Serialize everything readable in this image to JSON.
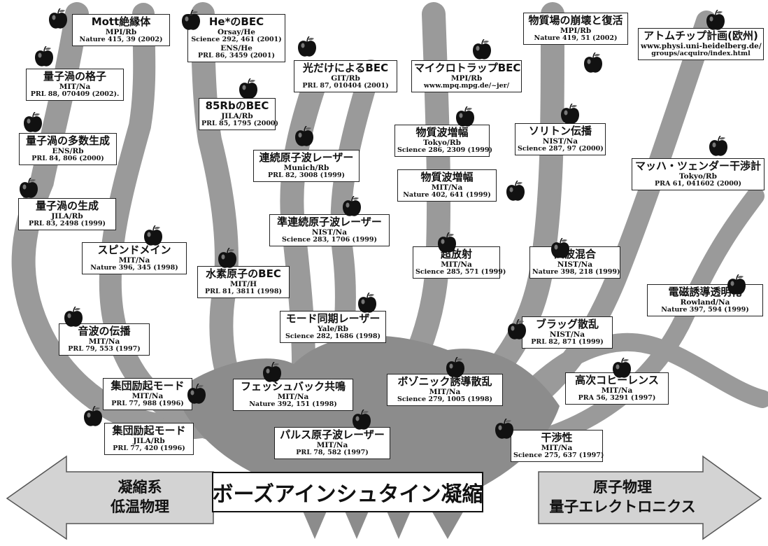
{
  "colors": {
    "branch": "#9a9a9a",
    "trunk": "#8c8c8c",
    "arrow": "#d3d3d3",
    "apple": "#111111"
  },
  "center_label": "ボーズアインシュタイン凝縮",
  "left_arrow": {
    "line1": "凝縮系",
    "line2": "低温物理"
  },
  "right_arrow": {
    "line1": "原子物理",
    "line2": "量子エレクトロニクス"
  },
  "nodes": [
    {
      "id": "mott",
      "title": "Mott絶縁体",
      "group": "MPI/Rb",
      "ref": "Nature 415, 39 (2002)"
    },
    {
      "id": "he-bec",
      "title": "He*のBEC",
      "group": "Orsay/He",
      "ref": "Science 292, 461 (2001)",
      "group2": "ENS/He",
      "ref2": "PRL 86, 3459 (2001)"
    },
    {
      "id": "light-bec",
      "title": "光だけによるBEC",
      "group": "GIT/Rb",
      "ref": "PRL 87, 010404 (2001)"
    },
    {
      "id": "microtrap",
      "title": "マイクロトラップBEC",
      "group": "MPI/Rb",
      "ref": "www.mpq.mpg.de/~jer/"
    },
    {
      "id": "collapse",
      "title": "物質場の崩壊と復活",
      "group": "MPI/Rb",
      "ref": "Nature 419, 51 (2002)"
    },
    {
      "id": "atomchip",
      "title": "アトムチップ計画(欧州)",
      "group": "www.physi.uni-heidelberg.de/",
      "ref": "groups/acquiro/index.html"
    },
    {
      "id": "vortex-lattice",
      "title": "量子渦の格子",
      "group": "MIT/Na",
      "ref": "PRL 88, 070409 (2002)."
    },
    {
      "id": "rb85",
      "title": "85RbのBEC",
      "group": "JILA/Rb",
      "ref": "PRL 85, 1795 (2000)"
    },
    {
      "id": "vortex-multi",
      "title": "量子渦の多数生成",
      "group": "ENS/Rb",
      "ref": "PRL 84, 806 (2000)"
    },
    {
      "id": "cw-laser",
      "title": "連続原子波レーザー",
      "group": "Munich/Rb",
      "ref": "PRL 82, 3008 (1999)"
    },
    {
      "id": "amp-tokyo",
      "title": "物質波増幅",
      "group": "Tokyo/Rb",
      "ref": "Science 286, 2309 (1999)"
    },
    {
      "id": "soliton",
      "title": "ソリトン伝播",
      "group": "NIST/Na",
      "ref": "Science 287, 97 (2000)"
    },
    {
      "id": "mach",
      "title": "マッハ・ツェンダー干渉計",
      "group": "Tokyo/Rb",
      "ref": "PRA 61, 041602 (2000)"
    },
    {
      "id": "amp-mit",
      "title": "物質波増幅",
      "group": "MIT/Na",
      "ref": "Nature 402, 641 (1999)"
    },
    {
      "id": "vortex-gen",
      "title": "量子渦の生成",
      "group": "JILA/Rb",
      "ref": "PRL 83, 2498 (1999)"
    },
    {
      "id": "quasi-cw",
      "title": "準連続原子波レーザー",
      "group": "NIST/Na",
      "ref": "Science 283, 1706 (1999)"
    },
    {
      "id": "spin",
      "title": "スピンドメイン",
      "group": "MIT/Na",
      "ref": "Nature 396, 345 (1998)"
    },
    {
      "id": "hydrogen",
      "title": "水素原子のBEC",
      "group": "MIT/H",
      "ref": "PRL 81, 3811 (1998)"
    },
    {
      "id": "superrad",
      "title": "超放射",
      "group": "MIT/Na",
      "ref": "Science 285, 571 (1999)"
    },
    {
      "id": "fourwave",
      "title": "四波混合",
      "group": "NIST/Na",
      "ref": "Nature 398, 218 (1999)"
    },
    {
      "id": "eit",
      "title": "電磁誘導透明化",
      "group": "Rowland/Na",
      "ref": "Nature 397, 594 (1999)"
    },
    {
      "id": "sound",
      "title": "音波の伝播",
      "group": "MIT/Na",
      "ref": "PRL 79, 553 (1997)"
    },
    {
      "id": "modelock",
      "title": "モード同期レーザー",
      "group": "Yale/Rb",
      "ref": "Science 282, 1686 (1998)"
    },
    {
      "id": "bragg",
      "title": "ブラッグ散乱",
      "group": "NIST/Na",
      "ref": "PRL 82, 871 (1999)"
    },
    {
      "id": "coll-mit",
      "title": "集団励起モード",
      "group": "MIT/Na",
      "ref": "PRL 77, 988 (1996)"
    },
    {
      "id": "feshbach",
      "title": "フェッシュバック共鳴",
      "group": "MIT/Na",
      "ref": "Nature 392, 151 (1998)"
    },
    {
      "id": "bosonic",
      "title": "ボゾニック誘導散乱",
      "group": "MIT/Na",
      "ref": "Science 279, 1005 (1998)"
    },
    {
      "id": "coherence",
      "title": "高次コヒーレンス",
      "group": "MIT/Na",
      "ref": "PRA 56, 3291 (1997)"
    },
    {
      "id": "coll-jila",
      "title": "集団励起モード",
      "group": "JILA/Rb",
      "ref": "PRL 77, 420 (1996)"
    },
    {
      "id": "pulsed",
      "title": "パルス原子波レーザー",
      "group": "MIT/Na",
      "ref": "PRL 78, 582 (1997)"
    },
    {
      "id": "interference",
      "title": "干渉性",
      "group": "MIT/Na",
      "ref": "Science 275, 637 (1997)"
    }
  ]
}
